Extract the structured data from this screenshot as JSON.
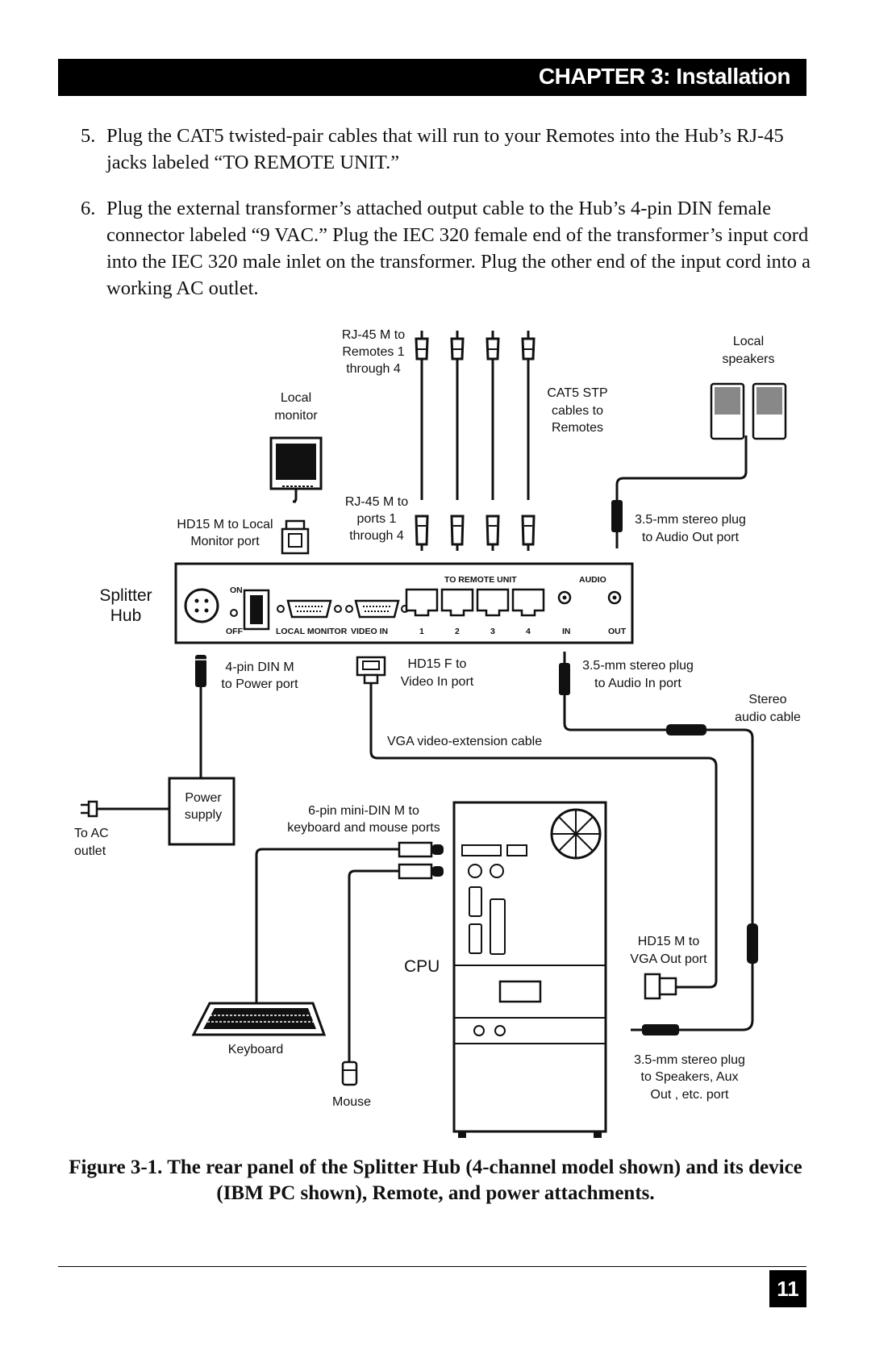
{
  "header": {
    "chapter": "CHAPTER 3: Installation"
  },
  "steps": [
    {
      "num": "5.",
      "text": "Plug the CAT5 twisted-pair cables that will run to your Remotes into the Hub’s RJ-45 jacks labeled “TO REMOTE UNIT.”"
    },
    {
      "num": "6.",
      "text": "Plug the external transformer’s attached output cable to the Hub’s 4-pin DIN female connector labeled “9 VAC.” Plug the IEC 320 female end of the transformer’s input cord into the IEC 320 male inlet on the transformer. Plug the other end of the input cord into a working AC outlet."
    }
  ],
  "diagram": {
    "rj45_top": [
      "RJ-45 M to",
      "Remotes 1",
      "through 4"
    ],
    "local_monitor": [
      "Local",
      "monitor"
    ],
    "cat5_stp": [
      "CAT5 STP",
      "cables to",
      "Remotes"
    ],
    "local_speakers": [
      "Local",
      "speakers"
    ],
    "hd15_local": [
      "HD15 M to Local",
      "Monitor port"
    ],
    "rj45_ports": [
      "RJ-45 M to",
      "ports 1",
      "through 4"
    ],
    "stereo_out": [
      "3.5-mm stereo plug",
      "to Audio Out port"
    ],
    "splitter_hub": [
      "Splitter",
      "Hub"
    ],
    "panel": {
      "on": "ON",
      "off": "OFF",
      "local_monitor": "LOCAL MONITOR",
      "video_in": "VIDEO IN",
      "to_remote_unit": "TO REMOTE UNIT",
      "audio": "AUDIO",
      "in": "IN",
      "out": "OUT",
      "ports": [
        "1",
        "2",
        "3",
        "4"
      ]
    },
    "din_power": [
      "4-pin DIN M",
      "to Power port"
    ],
    "hd15_video": [
      "HD15 F to",
      "Video In port"
    ],
    "stereo_in": [
      "3.5-mm stereo plug",
      "to Audio In port"
    ],
    "stereo_cable": [
      "Stereo",
      "audio cable"
    ],
    "vga_cable": "VGA video-extension cable",
    "power_supply": [
      "Power",
      "supply"
    ],
    "to_ac": [
      "To AC",
      "outlet"
    ],
    "mini_din": [
      "6-pin mini-DIN M to",
      "keyboard and mouse ports"
    ],
    "cpu": "CPU",
    "hd15_vga": [
      "HD15 M to",
      "VGA Out port"
    ],
    "keyboard": "Keyboard",
    "mouse": "Mouse",
    "stereo_speakers": [
      "3.5-mm stereo plug",
      "to Speakers, Aux",
      "Out , etc. port"
    ]
  },
  "caption": "Figure 3-1. The rear panel of the Splitter Hub (4-channel model shown) and its device (IBM PC shown), Remote, and power attachments.",
  "page_number": "11"
}
